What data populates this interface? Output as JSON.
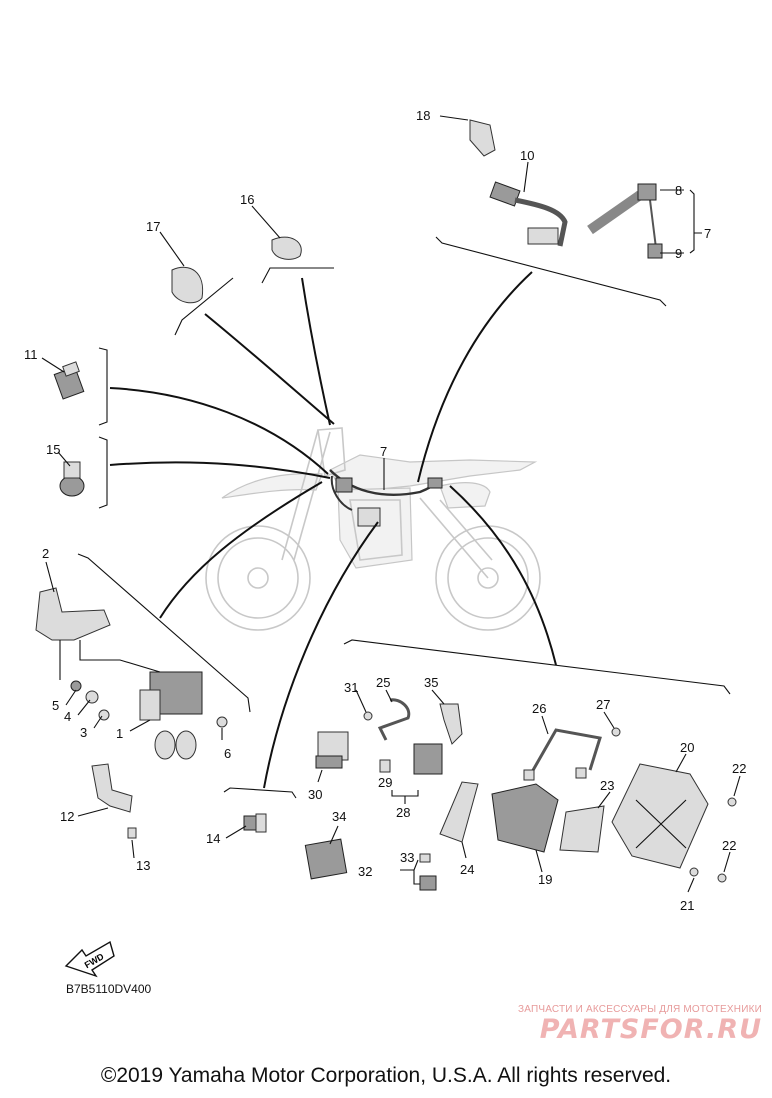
{
  "diagram": {
    "code": "B7B5110DV400",
    "fwd_label": "FWD",
    "copyright": "©2019 Yamaha Motor Corporation, U.S.A. All rights reserved.",
    "watermark": {
      "tagline": "ЗАПЧАСТИ И АКСЕССУАРЫ ДЛЯ МОТОТЕХНИКИ",
      "logo": "PARTSFOR.RU"
    },
    "callouts": {
      "n1": "1",
      "n2": "2",
      "n3": "3",
      "n4": "4",
      "n5": "5",
      "n6": "6",
      "n7a": "7",
      "n7b": "7",
      "n8": "8",
      "n9": "9",
      "n10": "10",
      "n11": "11",
      "n12": "12",
      "n13": "13",
      "n14": "14",
      "n15": "15",
      "n16": "16",
      "n17": "17",
      "n18": "18",
      "n19": "19",
      "n20": "20",
      "n21": "21",
      "n22a": "22",
      "n22b": "22",
      "n23": "23",
      "n24": "24",
      "n25": "25",
      "n26": "26",
      "n27": "27",
      "n28": "28",
      "n29": "29",
      "n30": "30",
      "n31": "31",
      "n32": "32",
      "n33": "33",
      "n34": "34",
      "n35": "35"
    }
  }
}
